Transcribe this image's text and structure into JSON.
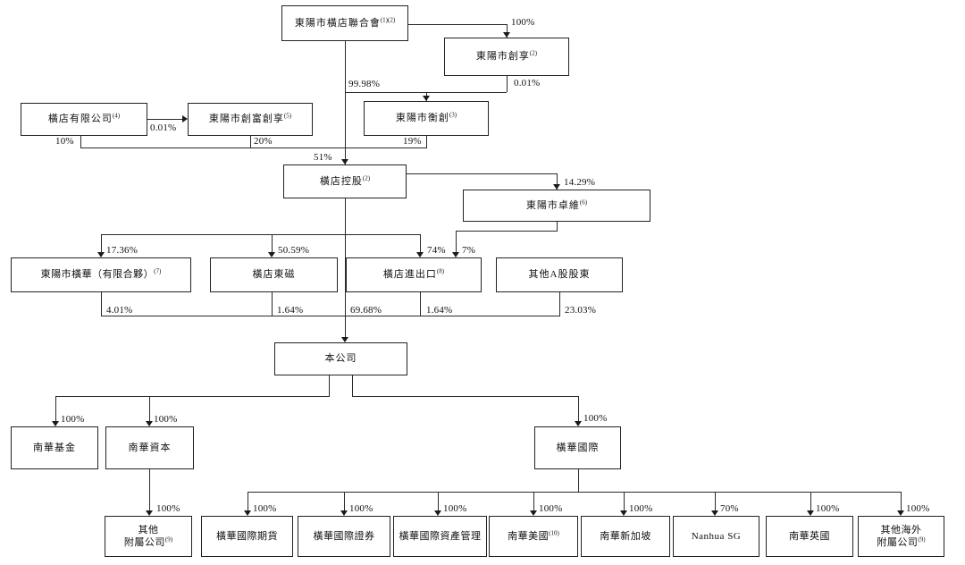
{
  "nodes": {
    "lianhehui": {
      "label": "東陽市橫店聯合會",
      "sup": "(1)(2)"
    },
    "chuangxiang": {
      "label": "東陽市創享",
      "sup": "(2)"
    },
    "youxian": {
      "label": "橫店有限公司",
      "sup": "(4)"
    },
    "chuangfu": {
      "label": "東陽市創富創享",
      "sup": "(5)"
    },
    "hengchuang": {
      "label": "東陽市衡創",
      "sup": "(3)"
    },
    "konggu": {
      "label": "橫店控股",
      "sup": "(2)"
    },
    "zhuowei": {
      "label": "東陽市卓維",
      "sup": "(6)"
    },
    "henghua": {
      "label": "東陽市橫華（有限合夥）",
      "sup": "(7)"
    },
    "dongci": {
      "label": "橫店東磁"
    },
    "jinchukou": {
      "label": "橫店進出口",
      "sup": "(8)"
    },
    "qita_a": {
      "label": "其他A股股東"
    },
    "company": {
      "label": "本公司"
    },
    "jijin": {
      "label": "南華基金"
    },
    "ziben": {
      "label": "南華資本"
    },
    "guoji": {
      "label": "橫華國際"
    },
    "fushu": {
      "line1": "其他",
      "line2": "附屬公司",
      "sup": "(9)"
    },
    "qihuo": {
      "label": "橫華國際期貨"
    },
    "zhengquan": {
      "label": "橫華國際證券"
    },
    "zichan": {
      "label": "橫華國際資產管理"
    },
    "meiguo": {
      "label": "南華美國",
      "sup": "(10)"
    },
    "xinjiapo": {
      "label": "南華新加坡"
    },
    "nanhuasg": {
      "label": "Nanhua SG"
    },
    "yingguo": {
      "label": "南華英國"
    },
    "haiwai": {
      "line1": "其他海外",
      "line2": "附屬公司",
      "sup": "(9)"
    }
  },
  "percents": {
    "top100": "100%",
    "p9998": "99.98%",
    "p001r": "0.01%",
    "p001l": "0.01%",
    "p10": "10%",
    "p20": "20%",
    "p19": "19%",
    "p51": "51%",
    "p1429": "14.29%",
    "p1736": "17.36%",
    "p5059": "50.59%",
    "p74": "74%",
    "p7": "7%",
    "p401": "4.01%",
    "p164a": "1.64%",
    "p6968": "69.68%",
    "p164b": "1.64%",
    "p2303": "23.03%",
    "jijin": "100%",
    "ziben": "100%",
    "guoji": "100%",
    "fushu": "100%",
    "qihuo": "100%",
    "zhengquan": "100%",
    "zichan": "100%",
    "meiguo": "100%",
    "xinjiapo": "100%",
    "nanhuasg": "70%",
    "yingguo": "100%",
    "haiwai": "100%"
  }
}
